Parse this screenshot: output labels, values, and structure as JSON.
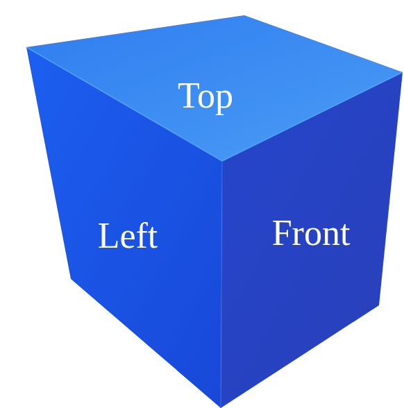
{
  "diagram": {
    "labels": [
      "Top",
      "Left",
      "Front"
    ]
  }
}
